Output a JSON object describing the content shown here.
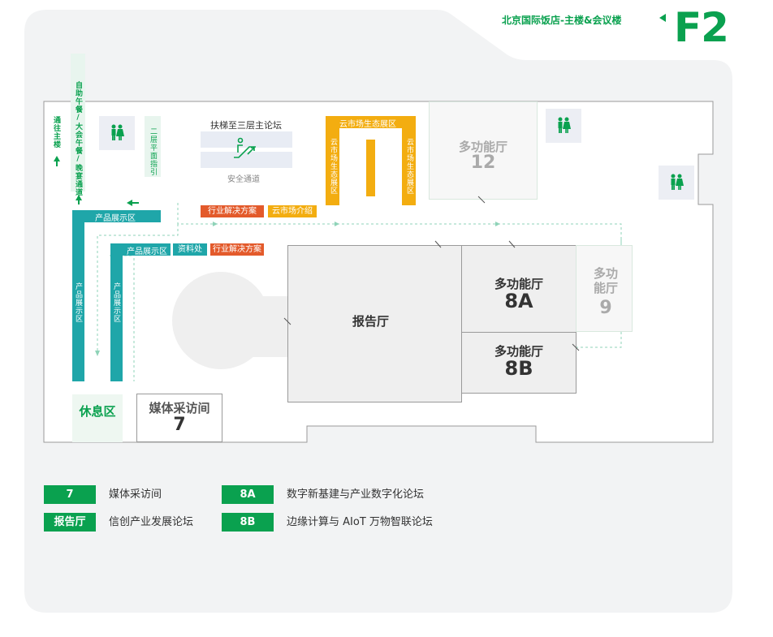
{
  "header": {
    "venue": "北京国际饭店-主楼&会议楼",
    "floor": "F2"
  },
  "colors": {
    "brand_green": "#0aa14f",
    "teal": "#1fa6a9",
    "orange": "#e35a2b",
    "gold": "#f3ad10",
    "room_fill": "#efefef",
    "background_panel": "#f2f3f4"
  },
  "map": {
    "vertical_labels": {
      "to_main": "通往主楼",
      "lunch_route": "自助午餐/大会午餐/晚宴通道",
      "floor2_guide": "二层平面指引",
      "cloud_eco_left": "云市场生态展区",
      "cloud_eco_right": "云市场生态展区",
      "product_left": "产品展示区",
      "product_inner": "产品展示区"
    },
    "escalator": {
      "label": "扶梯至三层主论坛",
      "safety": "安全通道"
    },
    "tags": {
      "cloud_eco_top": "云市场生态展区",
      "industry_solution_1": "行业解决方案",
      "cloud_intro": "云市场介绍",
      "product_top": "产品展示区",
      "product_mid": "产品展示区",
      "materials": "资料处",
      "industry_solution_2": "行业解决方案"
    },
    "rooms": {
      "r12": {
        "name": "多功能厅",
        "number": "12"
      },
      "r8a": {
        "name": "多功能厅",
        "number": "8A"
      },
      "r8b": {
        "name": "多功能厅",
        "number": "8B"
      },
      "r9": {
        "name": "多功能厅",
        "number": "9"
      },
      "report": {
        "name": "报告厅"
      },
      "media": {
        "name": "媒体采访间",
        "number": "7"
      },
      "rest": {
        "name": "休息区"
      }
    },
    "icons": [
      "restroom-icon",
      "restroom-icon",
      "restroom-icon",
      "escalator-icon"
    ]
  },
  "legend": [
    {
      "key": "7",
      "desc": "媒体采访间"
    },
    {
      "key": "8A",
      "desc": "数字新基建与产业数字化论坛"
    },
    {
      "key": "报告厅",
      "desc": "信创产业发展论坛"
    },
    {
      "key": "8B",
      "desc": "边缘计算与 AIoT 万物智联论坛"
    }
  ]
}
